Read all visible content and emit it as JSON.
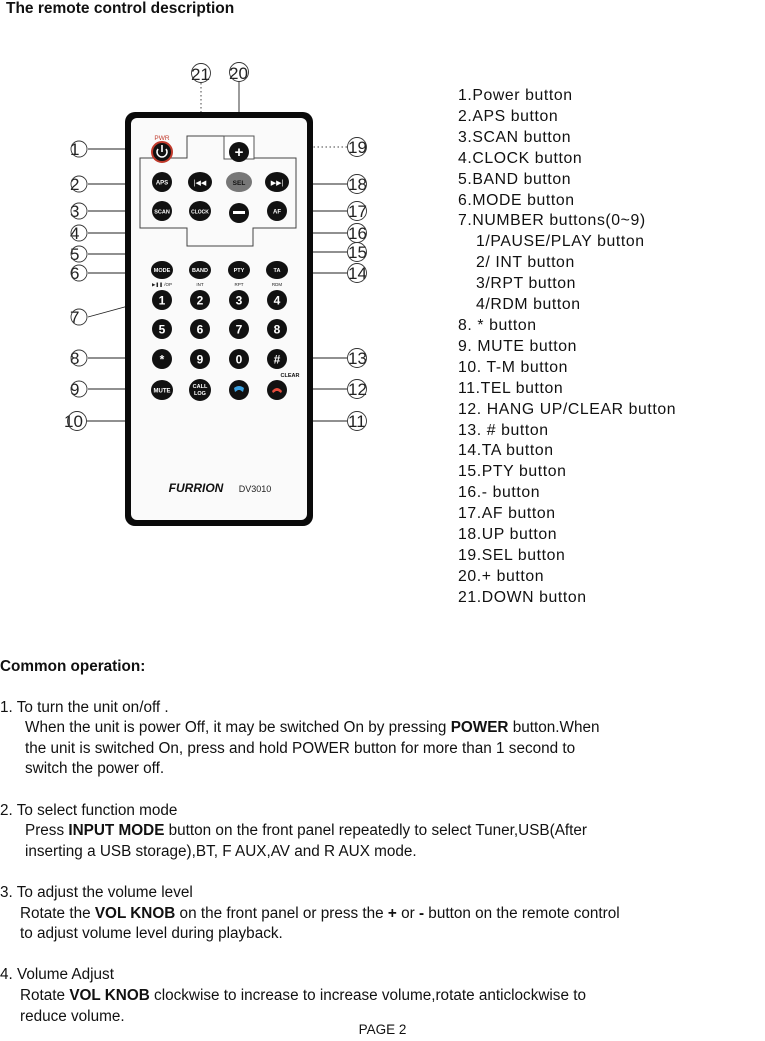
{
  "title": "The remote control description",
  "remote": {
    "labels": {
      "pwr": "PWR",
      "aps": "APS",
      "sel": "SEL",
      "scan": "SCAN",
      "clock": "CLOCK",
      "af": "AF",
      "mode": "MODE",
      "band": "BAND",
      "pty": "PTY",
      "ta": "TA",
      "sub_play": "▶❚❚ /OP",
      "sub_int": "INT",
      "sub_rpt": "RPT",
      "sub_rdm": "RDM",
      "call_log_1": "CALL",
      "call_log_2": "LOG",
      "clear": "CLEAR",
      "mute": "MUTE",
      "brand": "FURRION",
      "model": "DV3010"
    },
    "numbers": [
      "1",
      "2",
      "3",
      "4",
      "5",
      "6",
      "7",
      "8"
    ],
    "row4": [
      "*",
      "9",
      "0",
      "#"
    ],
    "callouts": [
      "1",
      "2",
      "3",
      "4",
      "5",
      "6",
      "7",
      "8",
      "9",
      "10",
      "11",
      "12",
      "13",
      "14",
      "15",
      "16",
      "17",
      "18",
      "19",
      "20",
      "21"
    ]
  },
  "button_list": [
    {
      "text": "1.Power button"
    },
    {
      "text": "2.APS button"
    },
    {
      "text": "3.SCAN button"
    },
    {
      "text": "4.CLOCK button"
    },
    {
      "text": "5.BAND button"
    },
    {
      "text": "6.MODE button"
    },
    {
      "text": "7.NUMBER buttons(0~9)"
    },
    {
      "text": "1/PAUSE/PLAY button",
      "sub": true
    },
    {
      "text": "2/ INT button",
      "sub": true
    },
    {
      "text": "3/RPT button",
      "sub": true
    },
    {
      "text": "4/RDM button",
      "sub": true
    },
    {
      "text": "8.  *  button"
    },
    {
      "text": "9. MUTE button"
    },
    {
      "text": "10. T-M button"
    },
    {
      "text": "11.TEL button"
    },
    {
      "text": "12. HANG UP/CLEAR button"
    },
    {
      "text": "13. # button"
    },
    {
      "text": "14.TA button"
    },
    {
      "text": "15.PTY button"
    },
    {
      "text": "16.- button"
    },
    {
      "text": "17.AF button"
    },
    {
      "text": "18.UP button"
    },
    {
      "text": "19.SEL button"
    },
    {
      "text": "20.+ button"
    },
    {
      "text": "21.DOWN button"
    }
  ],
  "common": {
    "heading": "Common operation:",
    "s1_title": "1. To turn the unit on/off .",
    "s1_a": "When the unit is power Off, it may be switched On by pressing ",
    "s1_bold": "POWER",
    "s1_b": " button.When",
    "s1_line2": "the unit is switched On, press and hold POWER button for more than 1 second to",
    "s1_line3": "switch the power off.",
    "s2_title": "2. To select function mode",
    "s2_a": "Press ",
    "s2_bold": "INPUT MODE",
    "s2_b": " button on the front panel repeatedly to select Tuner,USB(After",
    "s2_line2": "inserting a USB storage),BT, F AUX,AV and R AUX mode.",
    "s3_title": "3. To adjust the volume level",
    "s3_a": "Rotate the ",
    "s3_bold": "VOL KNOB",
    "s3_b": " on the front panel or press the  ",
    "s3_plus": "+",
    "s3_or": " or  ",
    "s3_minus": "-",
    "s3_c": " button on the remote control",
    "s3_line2": "to adjust volume level during playback.",
    "s4_title": "4. Volume Adjust",
    "s4_a": "Rotate ",
    "s4_bold": "VOL KNOB",
    "s4_b": " clockwise to increase to increase volume,rotate anticlockwise to",
    "s4_line2": "reduce volume."
  },
  "page_label": "PAGE 2"
}
